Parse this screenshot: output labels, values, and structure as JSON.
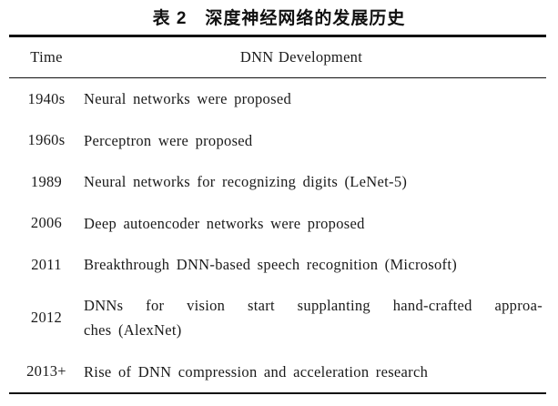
{
  "page": {
    "background": "#ffffff",
    "text_color": "#1a1a1a",
    "rule_color": "#111111"
  },
  "table": {
    "caption": "表 2　深度神经网络的发展历史",
    "columns": [
      "Time",
      "DNN Development"
    ],
    "rows": [
      {
        "time": "1940s",
        "event_lines": [
          "Neural networks were proposed"
        ]
      },
      {
        "time": "1960s",
        "event_lines": [
          "Perceptron were proposed"
        ]
      },
      {
        "time": "1989",
        "event_lines": [
          "Neural networks for recognizing digits (LeNet-5)"
        ]
      },
      {
        "time": "2006",
        "event_lines": [
          "Deep autoencoder networks were proposed"
        ]
      },
      {
        "time": "2011",
        "event_lines": [
          "Breakthrough DNN-based speech recognition (Microsoft)"
        ]
      },
      {
        "time": "2012",
        "event_lines": [
          "DNNs for vision start supplanting hand-crafted approa-",
          "ches (AlexNet)"
        ]
      },
      {
        "time": "2013+",
        "event_lines": [
          "Rise of DNN compression and acceleration research"
        ]
      }
    ]
  }
}
